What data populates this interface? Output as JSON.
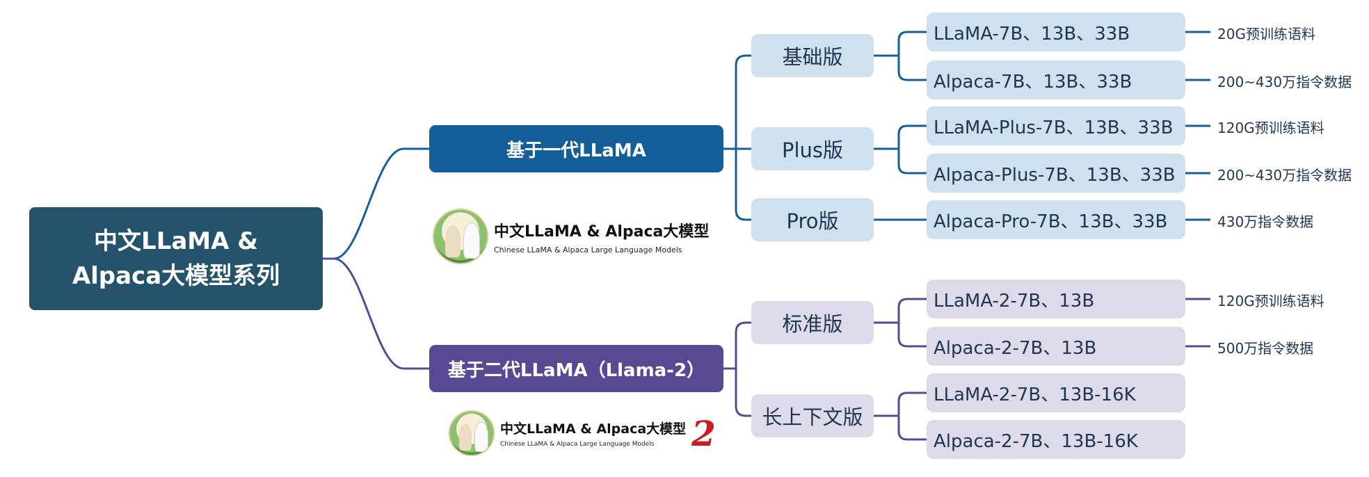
{
  "root": {
    "line1": "中文LLaMA &",
    "line2": "Alpaca大模型系列"
  },
  "gen1": {
    "label": "基于一代LLaMA",
    "versions": [
      {
        "label": "基础版",
        "models": [
          {
            "label": "LLaMA-7B、13B、33B",
            "note": "20G预训练语料"
          },
          {
            "label": "Alpaca-7B、13B、33B",
            "note": "200~430万指令数据"
          }
        ]
      },
      {
        "label": "Plus版",
        "models": [
          {
            "label": "LLaMA-Plus-7B、13B、33B",
            "note": "120G预训练语料"
          },
          {
            "label": "Alpaca-Plus-7B、13B、33B",
            "note": "200~430万指令数据"
          }
        ]
      },
      {
        "label": "Pro版",
        "models": [
          {
            "label": "Alpaca-Pro-7B、13B、33B",
            "note": "430万指令数据"
          }
        ]
      }
    ],
    "logo": {
      "title": "中文LLaMA & Alpaca大模型",
      "subtitle": "Chinese LLaMA & Alpaca Large Language Models"
    }
  },
  "gen2": {
    "label": "基于二代LLaMA（Llama-2）",
    "versions": [
      {
        "label": "标准版",
        "models": [
          {
            "label": "LLaMA-2-7B、13B",
            "note": "120G预训练语料"
          },
          {
            "label": "Alpaca-2-7B、13B",
            "note": "500万指令数据"
          }
        ]
      },
      {
        "label": "长上下文版",
        "models": [
          {
            "label": "LLaMA-2-7B、13B-16K",
            "note": ""
          },
          {
            "label": "Alpaca-2-7B、13B-16K",
            "note": ""
          }
        ]
      }
    ],
    "logo": {
      "title": "中文LLaMA & Alpaca大模型",
      "subtitle": "Chinese LLaMA & Alpaca Large Language Models",
      "mark": "2"
    }
  },
  "colors": {
    "root": "#24536b",
    "gen1": "#145e99",
    "gen2": "#574a93",
    "gen1_light": "#cfe0ee",
    "gen2_light": "#dddbe9",
    "text": "#1f3550"
  }
}
